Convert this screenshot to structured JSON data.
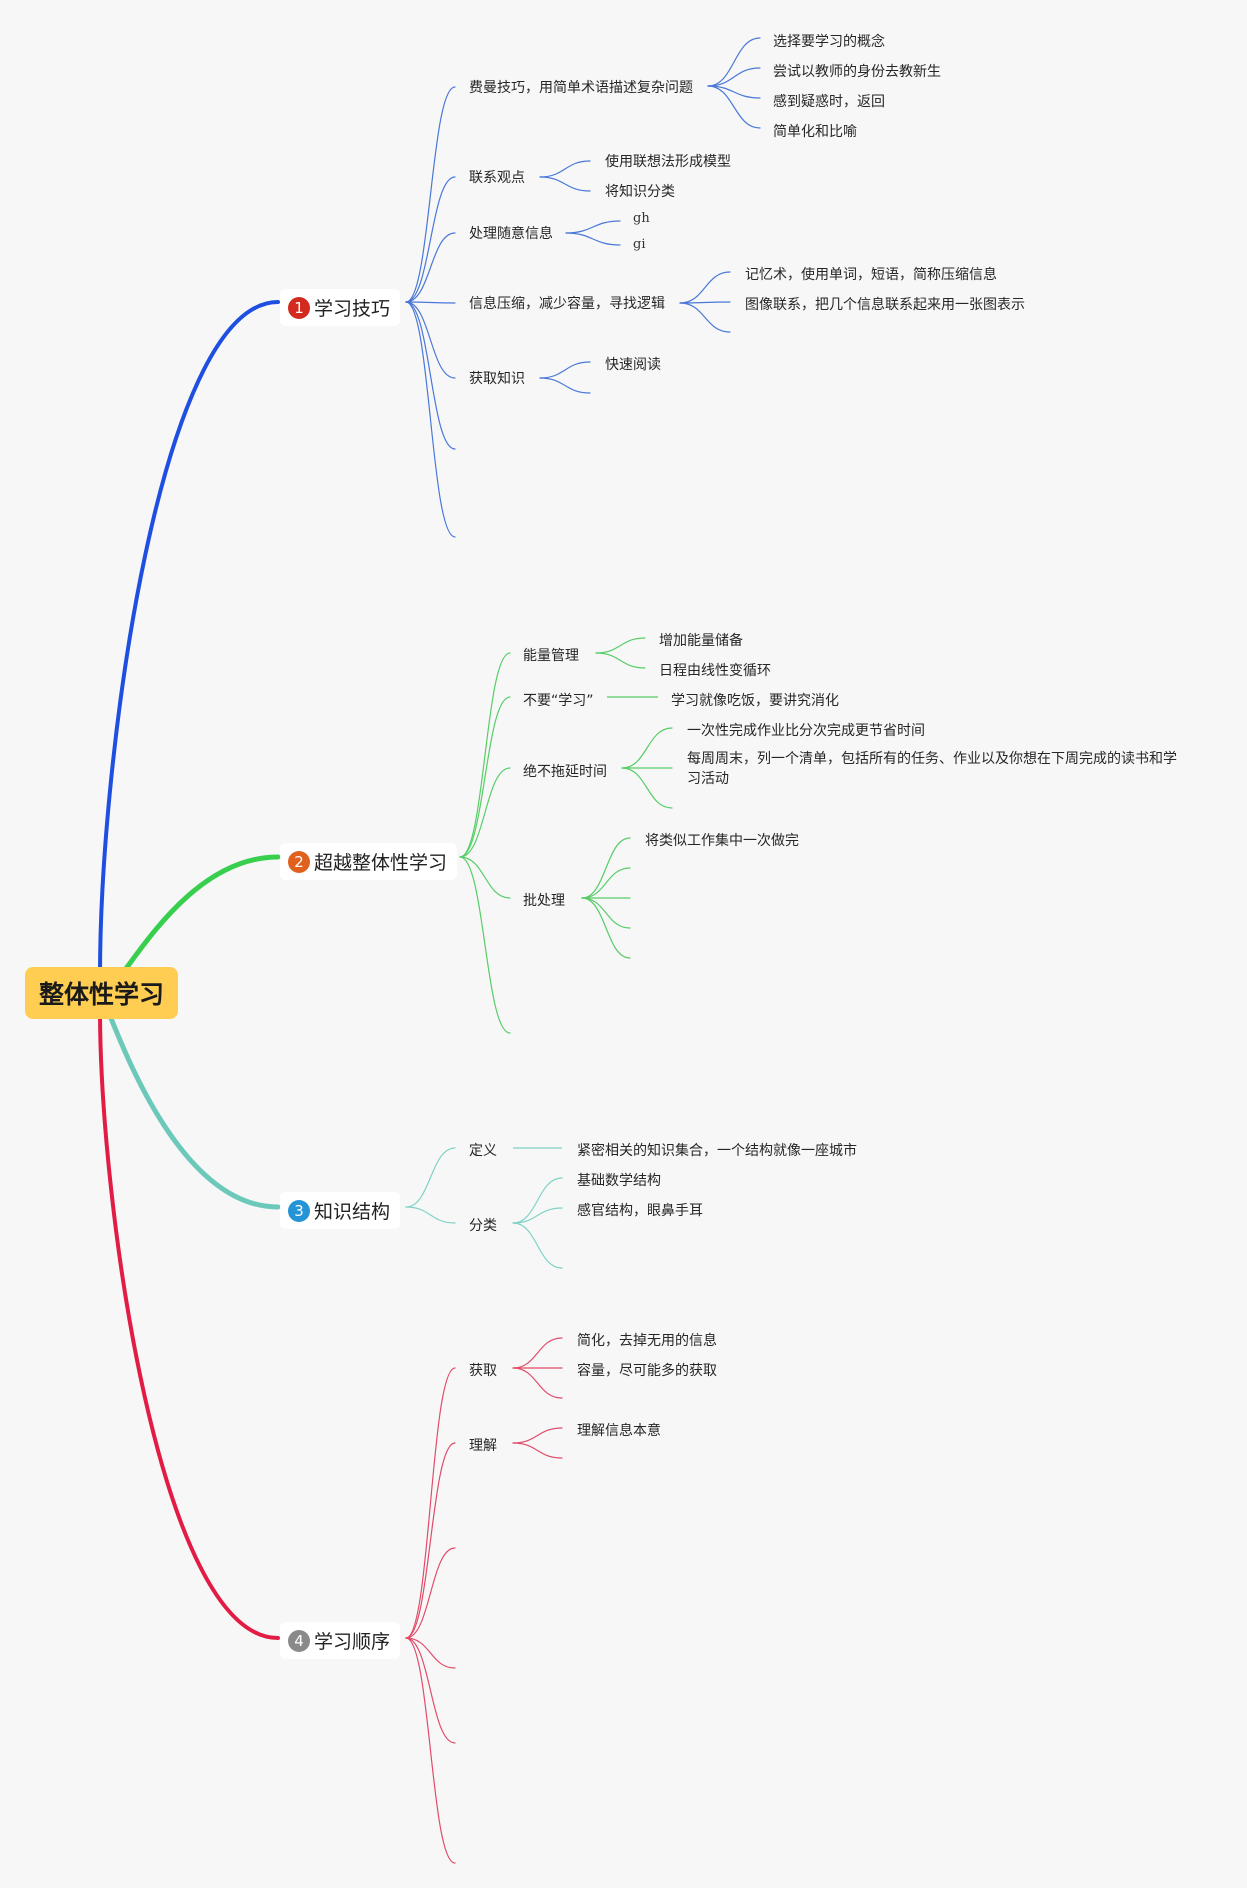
{
  "colors": {
    "background": "#f7f7f8",
    "root": "#fecd51",
    "branch1": "#1f4fe0",
    "branch1_thin": "#4a78d8",
    "branch2": "#39cf4e",
    "branch2_thin": "#57cd66",
    "branch3": "#6cc9b9",
    "branch3_thin": "#7fd3c4",
    "branch4": "#e21d45",
    "branch4_thin": "#e14c69",
    "badge1": "#d22a1e",
    "badge2": "#e0611e",
    "badge3": "#2594d6",
    "badge4": "#8a8a8a"
  },
  "root": {
    "label": "整体性学习"
  },
  "branches": [
    {
      "badge": "1",
      "label": "学习技巧",
      "children": [
        {
          "label": "费曼技巧，用简单术语描述复杂问题",
          "children": [
            "选择要学习的概念",
            "尝试以教师的身份去教新生",
            "感到疑惑时，返回",
            "简单化和比喻"
          ]
        },
        {
          "label": "联系观点",
          "children": [
            "使用联想法形成模型",
            "将知识分类"
          ]
        },
        {
          "label": "处理随意信息",
          "children": [
            "gh",
            "gi"
          ]
        },
        {
          "label": "信息压缩，减少容量，寻找逻辑",
          "children": [
            "记忆术，使用单词，短语，简称压缩信息",
            "图像联系，把几个信息联系起来用一张图表示",
            ""
          ]
        },
        {
          "label": "获取知识",
          "children": [
            "快速阅读",
            ""
          ]
        },
        {
          "label": "",
          "children": []
        },
        {
          "label": "",
          "children": []
        }
      ]
    },
    {
      "badge": "2",
      "label": "超越整体性学习",
      "children": [
        {
          "label": "能量管理",
          "children": [
            "增加能量储备",
            "日程由线性变循环"
          ]
        },
        {
          "label": "不要“学习”",
          "children": [
            "学习就像吃饭，要讲究消化"
          ]
        },
        {
          "label": "绝不拖延时间",
          "children": [
            "一次性完成作业比分次完成更节省时间",
            "每周周末，列一个清单，包括所有的任务、作业以及你想在下周完成的读书和学习活动",
            ""
          ]
        },
        {
          "label": "批处理",
          "children": [
            "将类似工作集中一次做完",
            "",
            "",
            ""
          ]
        },
        {
          "label": "",
          "children": []
        }
      ]
    },
    {
      "badge": "3",
      "label": "知识结构",
      "children": [
        {
          "label": "定义",
          "children": [
            "紧密相关的知识集合，一个结构就像一座城市"
          ]
        },
        {
          "label": "分类",
          "children": [
            "基础数学结构",
            "感官结构，眼鼻手耳",
            ""
          ]
        }
      ]
    },
    {
      "badge": "4",
      "label": "学习顺序",
      "children": [
        {
          "label": "获取",
          "children": [
            "简化，去掉无用的信息",
            "容量，尽可能多的获取",
            ""
          ]
        },
        {
          "label": "理解",
          "children": [
            "理解信息本意",
            ""
          ]
        },
        {
          "label": "",
          "children": []
        },
        {
          "label": "",
          "children": []
        },
        {
          "label": "",
          "children": []
        },
        {
          "label": "",
          "children": []
        }
      ]
    }
  ]
}
